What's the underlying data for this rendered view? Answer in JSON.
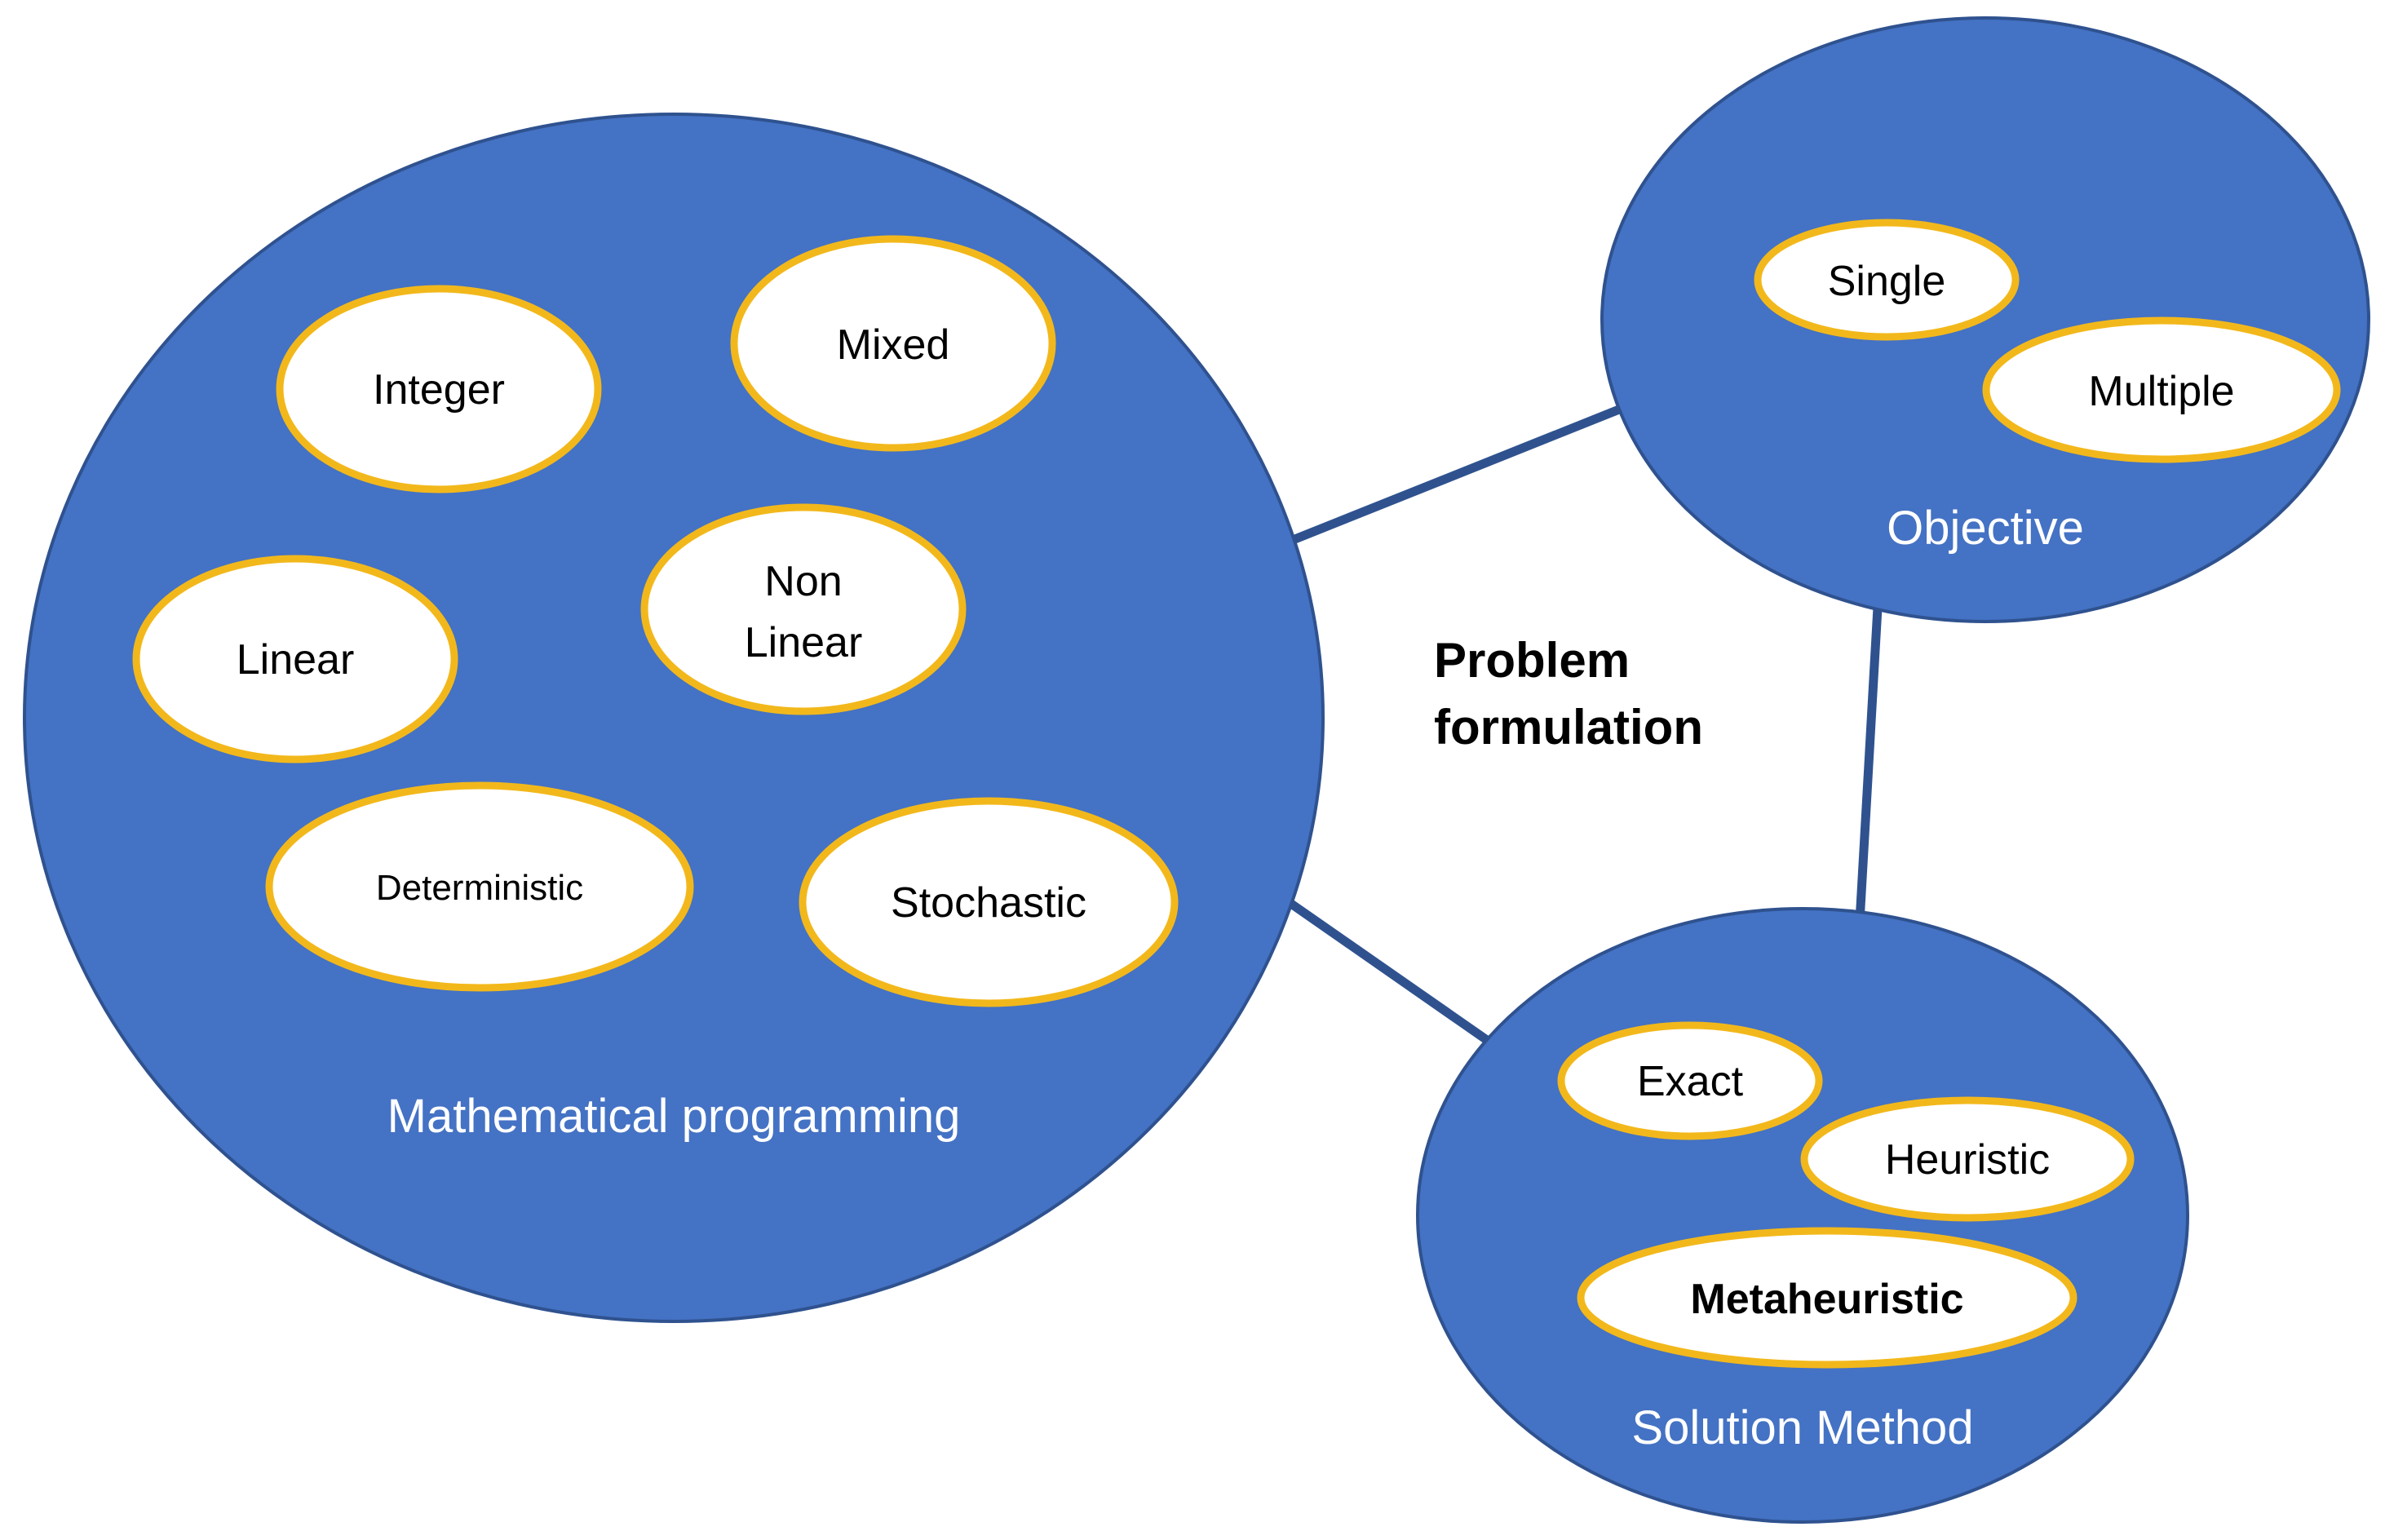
{
  "colors": {
    "group_fill": "#4472C4",
    "group_stroke": "#2F528F",
    "item_fill": "#FFFFFF",
    "item_stroke": "#F2B81B",
    "connector": "#2F528F"
  },
  "center": {
    "line1": "Problem",
    "line2": "formulation"
  },
  "groups": {
    "math": {
      "label": "Mathematical programming",
      "items": {
        "integer": "Integer",
        "mixed": "Mixed",
        "nonlinear_line1": "Non",
        "nonlinear_line2": "Linear",
        "linear": "Linear",
        "deterministic": "Deterministic",
        "stochastic": "Stochastic"
      }
    },
    "objective": {
      "label": "Objective",
      "items": {
        "single": "Single",
        "multiple": "Multiple"
      }
    },
    "solution": {
      "label": "Solution Method",
      "items": {
        "exact": "Exact",
        "heuristic": "Heuristic",
        "metaheuristic": "Metaheuristic"
      }
    }
  }
}
